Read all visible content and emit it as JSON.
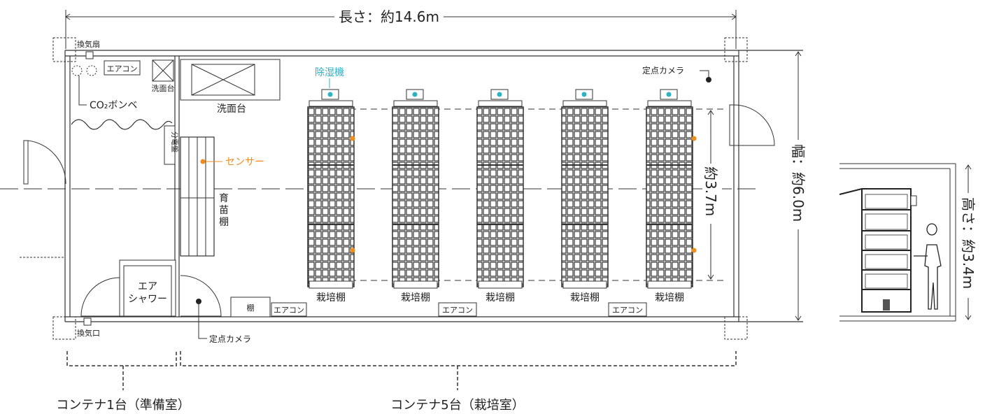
{
  "dimensions": {
    "length": "長さ：約14.6m",
    "width": "幅：約6.0m",
    "height": "高さ：約3.4m",
    "rack_span": "約3.7m"
  },
  "labels": {
    "vent_fan": "換気扇",
    "vent_port": "換気口",
    "aircon": "エアコン",
    "sink": "洗面台",
    "co2": "CO₂ボンベ",
    "panel": "分電盤",
    "sensor": "センサー",
    "nursery": "育苗棚",
    "dehumidifier": "除湿機",
    "camera": "定点カメラ",
    "air_shower": "エアシャワー",
    "shelf": "棚",
    "grow_rack": "栽培棚"
  },
  "containers": {
    "prep": "コンテナ1台（準備室）",
    "cultivation": "コンテナ5台（栽培室）"
  },
  "colors": {
    "line": "#333333",
    "accent_cyan": "#2bb3c6",
    "accent_orange": "#f28c1a"
  }
}
